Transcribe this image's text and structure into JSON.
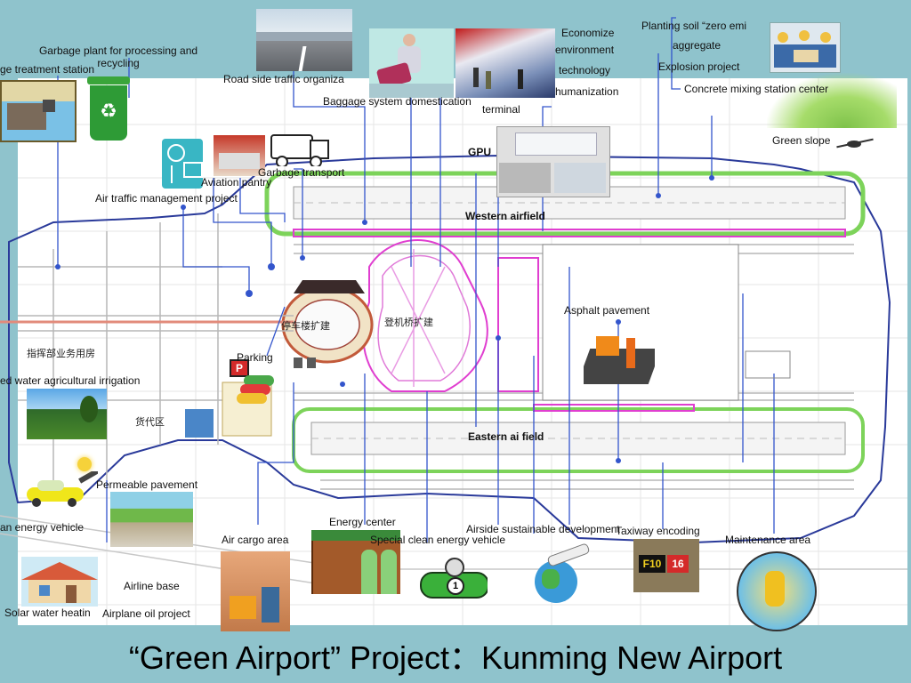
{
  "title": "“Green Airport” Project：Kunming New Airport",
  "labels": {
    "garbage_plant": "Garbage plant for processing and recycling",
    "sewage_station": "ge treatment station",
    "road_side": "Road side traffic organiza",
    "baggage": "Baggage system domestication",
    "economize": "Economize",
    "environment": "environment",
    "technology": "technology",
    "humanization": "humanization",
    "terminal": "terminal",
    "planting_soil": "Planting soil “zero emi",
    "aggregate": "aggregate",
    "explosion": "Explosion project",
    "concrete": "Concrete mixing station center",
    "green_slope": "Green slope",
    "gpu": "GPU",
    "garbage_transport": "Garbage transport",
    "aviation_pantry": "Aviation pantry",
    "atm_project": "Air traffic management project",
    "western_airfield": "Western airfield",
    "asphalt": "Asphalt pavement",
    "parking": "Parking",
    "irrigation": "ed water agricultural irrigation",
    "eastern_airfield": "Eastern ai field",
    "permeable": "Permeable pavement",
    "clean_vehicle_left": "an energy vehicle",
    "energy_center": "Energy center",
    "air_cargo": "Air cargo area",
    "special_clean": "Special clean energy vehicle",
    "airside": "Airside sustainable development",
    "taxiway": "Taxiway encoding",
    "maintenance": "Maintenance area",
    "airline_base": "Airline base",
    "solar": "Solar water heatin",
    "airplane_oil": "Airplane oil project"
  },
  "map_labels_cn": {
    "parking_building": "停车楼扩建",
    "boarding_bridge": "登机桥扩建",
    "command_building": "指挥部业务用房",
    "cargo_area": "货代区"
  },
  "signs": {
    "parking_sign": "P",
    "taxiway_sign_a": "F10",
    "taxiway_sign_b": "16",
    "car_number": "1"
  },
  "colors": {
    "background": "#8fc3cc",
    "map": "#ffffff",
    "boundary": "#2a3a9a",
    "callout": "#3355cc",
    "green_edge": "#7dd35a",
    "magenta": "#e03ed0",
    "roads": "#b7b7b7"
  }
}
